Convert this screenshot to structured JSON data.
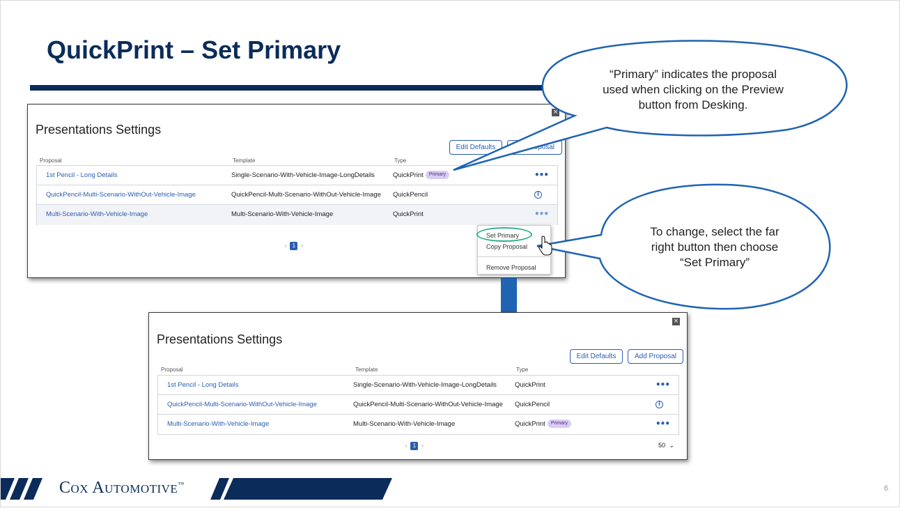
{
  "slide": {
    "title": "QuickPrint – Set Primary",
    "page_number": "6",
    "brand": "Cox Automotive",
    "brand_mark": "™"
  },
  "callouts": {
    "primary_line1": "“Primary” indicates the proposal",
    "primary_line2": "used when clicking on the Preview",
    "primary_line3": "button from Desking.",
    "change_line1": "To change, select the far",
    "change_line2": "right button then choose",
    "change_line3": "“Set Primary”"
  },
  "panel_before": {
    "heading": "Presentations Settings",
    "close": "×",
    "edit_defaults": "Edit Defaults",
    "add_proposal_partial": "roposal",
    "columns": {
      "proposal": "Proposal",
      "template": "Template",
      "type": "Type"
    },
    "rows": [
      {
        "proposal": "1st Pencil - Long Details",
        "template": "Single-Scenario-With-Vehicle-Image-LongDetails",
        "type": "QuickPrint",
        "badge": "Primary"
      },
      {
        "proposal": "QuickPencil-Multi-Scenario-WithOut-Vehicle-Image",
        "template": "QuickPencil-Multi-Scenario-WithOut-Vehicle-Image",
        "type": "QuickPencil"
      },
      {
        "proposal": "Multi-Scenario-With-Vehicle-Image",
        "template": "Multi-Scenario-With-Vehicle-Image",
        "type": "QuickPrint"
      }
    ],
    "more_glyph": "•••",
    "info_glyph": "i",
    "page": "1",
    "prev": "‹",
    "next": "›",
    "menu": {
      "set_primary": "Set Primary",
      "copy": "Copy Proposal",
      "remove": "Remove Proposal"
    }
  },
  "panel_after": {
    "heading": "Presentations Settings",
    "close": "×",
    "edit_defaults": "Edit Defaults",
    "add_proposal": "Add Proposal",
    "columns": {
      "proposal": "Proposal",
      "template": "Template",
      "type": "Type"
    },
    "rows": [
      {
        "proposal": "1st Pencil - Long Details",
        "template": "Single-Scenario-With-Vehicle-Image-LongDetails",
        "type": "QuickPrint"
      },
      {
        "proposal": "QuickPencil-Multi-Scenario-WithOut-Vehicle-Image",
        "template": "QuickPencil-Multi-Scenario-WithOut-Vehicle-Image",
        "type": "QuickPencil"
      },
      {
        "proposal": "Multi-Scenario-With-Vehicle-Image",
        "template": "Multi-Scenario-With-Vehicle-Image",
        "type": "QuickPrint",
        "badge": "Primary"
      }
    ],
    "more_glyph": "•••",
    "info_glyph": "i",
    "page": "1",
    "prev": "‹",
    "next": "›",
    "page_size": "50",
    "page_size_chevron": "⌄"
  },
  "colors": {
    "navy": "#0b2c5a",
    "link_blue": "#2a5db0",
    "arrow_blue": "#1f63b3",
    "highlight_green": "#2fae8f",
    "badge_purple": "#d9ccf4"
  }
}
